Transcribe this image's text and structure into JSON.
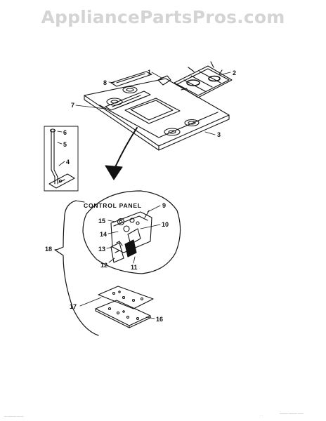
{
  "watermark": "AppliancePartsPros.com",
  "diagram": {
    "panel_label": "CONTROL PANEL",
    "callouts": {
      "c1": "1",
      "c2": "2",
      "c3": "3",
      "c4": "4",
      "c5": "5",
      "c6": "6",
      "c7": "7",
      "c8": "8",
      "c9": "9",
      "c10": "10",
      "c11": "11",
      "c12": "12",
      "c13": "13",
      "c14": "14",
      "c15": "15",
      "c16": "16",
      "c17": "17",
      "c18": "18"
    },
    "small_print": {
      "left": "— ——— — —",
      "mid": "· ·",
      "right": "——— ——— ——"
    }
  },
  "colors": {
    "line": "#111111",
    "watermark": "#d4d4d4",
    "background": "#ffffff"
  }
}
